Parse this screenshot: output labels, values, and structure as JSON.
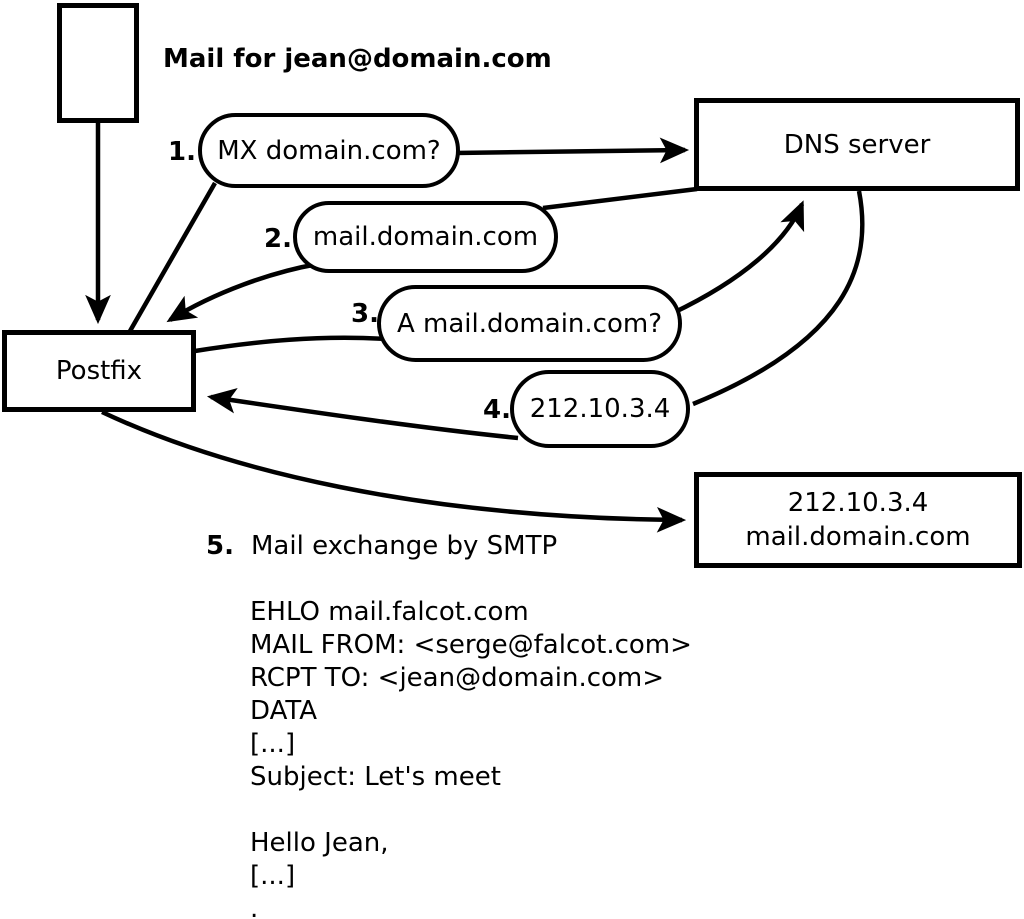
{
  "diagram": {
    "title": "Mail for jean@domain.com",
    "nodes": {
      "envelope": {
        "label": ""
      },
      "postfix": {
        "label": "Postfix"
      },
      "dns": {
        "label": "DNS server"
      },
      "mailserver": {
        "line1": "212.10.3.4",
        "line2": "mail.domain.com"
      }
    },
    "steps": [
      {
        "num": "1.",
        "label": "MX domain.com?"
      },
      {
        "num": "2.",
        "label": "mail.domain.com"
      },
      {
        "num": "3.",
        "label": "A mail.domain.com?"
      },
      {
        "num": "4.",
        "label": "212.10.3.4"
      },
      {
        "num": "5.",
        "label": "Mail exchange by SMTP"
      }
    ],
    "smtp_session": "EHLO mail.falcot.com\nMAIL FROM: <serge@falcot.com>\nRCPT TO: <jean@domain.com>\nDATA\n[...]\nSubject: Let's meet\n\nHello Jean,\n[...]\n.",
    "colors": {
      "stroke": "#000000",
      "background": "#ffffff"
    }
  }
}
